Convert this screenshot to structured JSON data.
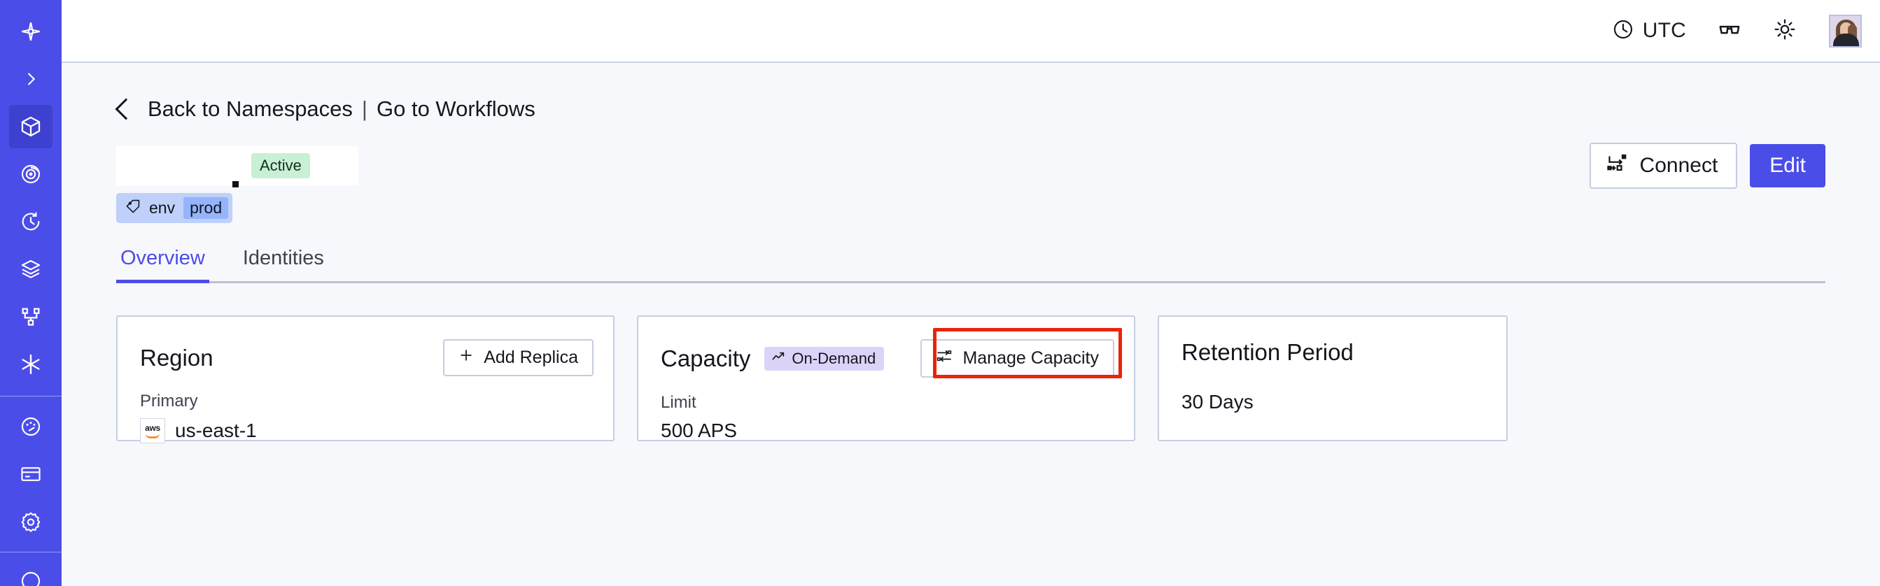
{
  "sidebar": {
    "items": [
      {
        "name": "logo-icon",
        "label": "Temporal Logo"
      },
      {
        "name": "expand-icon",
        "label": "Expand Sidebar"
      },
      {
        "name": "namespaces-icon",
        "label": "Namespaces"
      },
      {
        "name": "eye-icon",
        "label": "Observability"
      },
      {
        "name": "history-icon",
        "label": "Schedules"
      },
      {
        "name": "layers-icon",
        "label": "Batch Operations"
      },
      {
        "name": "workflow-icon",
        "label": "Workflows"
      },
      {
        "name": "asterisk-icon",
        "label": "Nexus"
      },
      {
        "name": "usage-icon",
        "label": "Usage"
      },
      {
        "name": "billing-icon",
        "label": "Billing"
      },
      {
        "name": "settings-icon",
        "label": "Settings"
      }
    ],
    "active_index": 2
  },
  "topbar": {
    "timezone": "UTC",
    "clock_icon": "clock-icon",
    "glasses_icon": "glasses-icon",
    "theme_icon": "sun-icon",
    "avatar_icon": "user-avatar"
  },
  "breadcrumb": {
    "back_icon": "chevron-left-icon",
    "back_label": "Back to Namespaces",
    "divider": "|",
    "forward_label": "Go to Workflows"
  },
  "namespace": {
    "name_redacted": "",
    "status_badge": "Active",
    "tag": {
      "icon": "tag-icon",
      "key": "env",
      "value": "prod"
    }
  },
  "actions": {
    "connect_label": "Connect",
    "connect_icon": "connect-icon",
    "edit_label": "Edit"
  },
  "tabs": [
    {
      "label": "Overview",
      "active": true
    },
    {
      "label": "Identities",
      "active": false
    }
  ],
  "cards": {
    "region": {
      "title": "Region",
      "button_label": "Add Replica",
      "button_icon": "plus-icon",
      "label": "Primary",
      "provider_icon": "aws-logo",
      "provider_text": "aws",
      "value": "us-east-1"
    },
    "capacity": {
      "title": "Capacity",
      "badge": "On-Demand",
      "badge_icon": "trending-up-icon",
      "button_label": "Manage Capacity",
      "button_icon": "sliders-icon",
      "label": "Limit",
      "value": "500 APS",
      "highlighted": true
    },
    "retention": {
      "title": "Retention Period",
      "value": "30 Days"
    }
  },
  "colors": {
    "brand": "#4b4de8",
    "page_bg": "#f7f8fb",
    "badge_active_bg": "#c7f0d5",
    "badge_ondemand_bg": "#ddd3f8",
    "tag_bg": "#bfd0fb",
    "highlight": "#ea2408"
  }
}
